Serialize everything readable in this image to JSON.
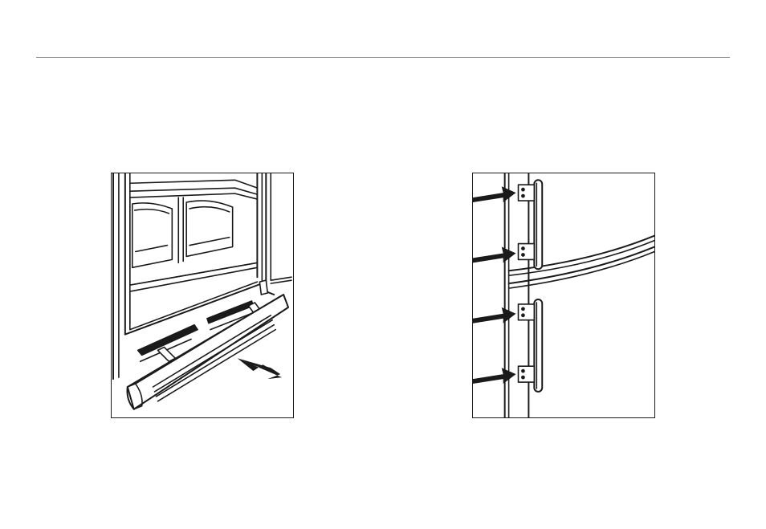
{
  "page": {
    "rule_color": "#8a8a8a",
    "line_color": "#1a1a1a"
  },
  "figures": [
    {
      "id": "plinth",
      "icon": "fridge-plinth-grille-drawing",
      "arrows": 1
    },
    {
      "id": "handles",
      "icon": "fridge-door-handles-drawing",
      "arrows": 4
    }
  ]
}
